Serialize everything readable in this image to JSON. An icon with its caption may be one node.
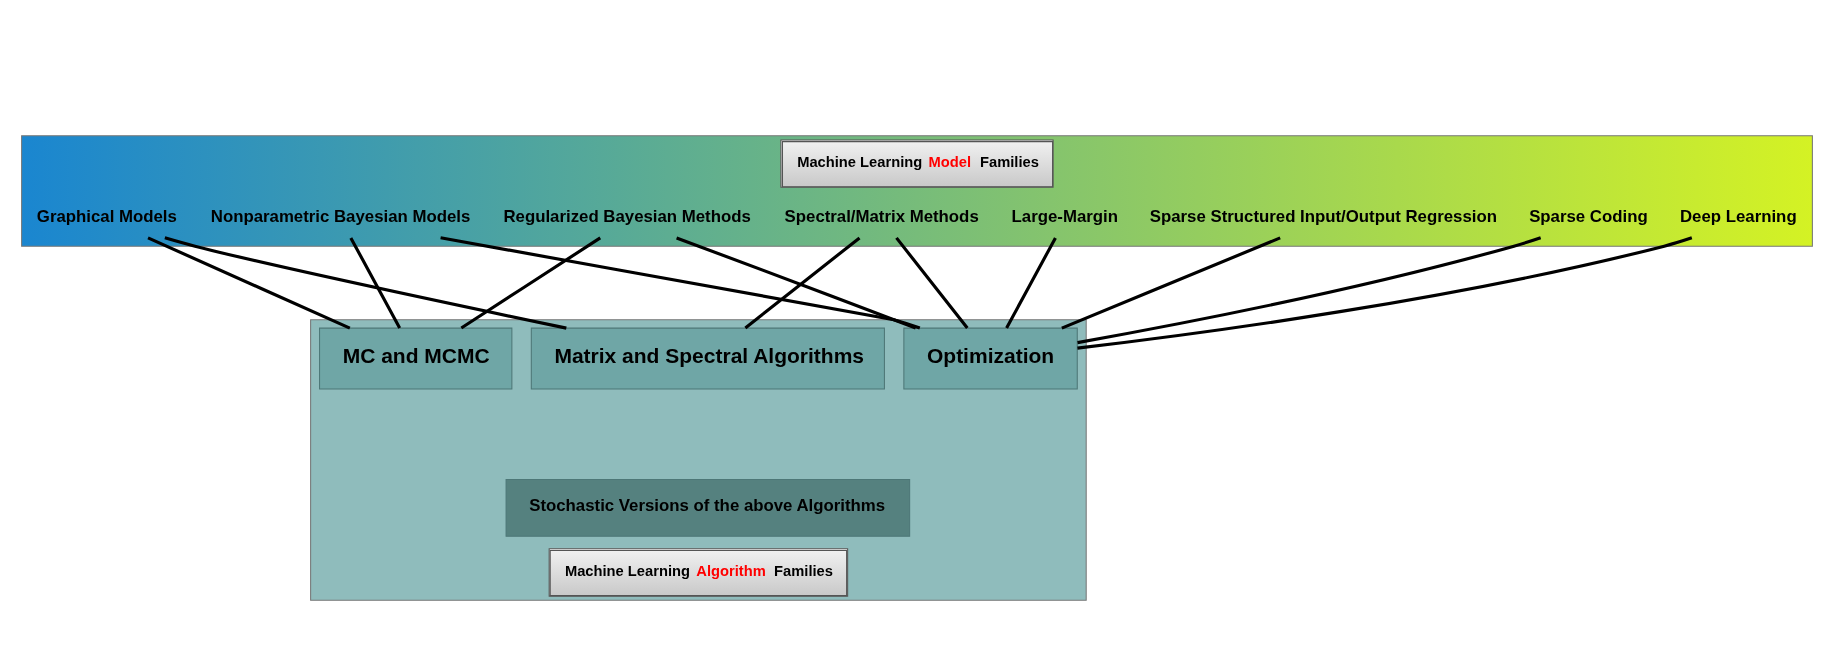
{
  "diagram": {
    "nodes": [
      {
        "text": [
          "Machine Learning Model Families"
        ]
      },
      {
        "text": [
          "Graphical Models"
        ],
        "in": 0
      },
      {
        "text": [
          "Nonparametric Bayesian Models"
        ],
        "in": 0
      },
      {
        "text": [
          "Regularized Bayesian Methods"
        ],
        "in": 0
      },
      {
        "text": [
          "Large-Margin"
        ],
        "in": 0
      },
      {
        "text": [
          "Sparse Structured Input/Output Regression"
        ],
        "in": 0
      },
      {
        "text": [
          "Sparse Coding"
        ],
        "in": 0
      },
      {
        "text": [
          "Spectral/Matrix Methods"
        ],
        "in": 0
      },
      {
        "text": [
          "Deep Learning"
        ],
        "in": 0
      },
      {
        "text": [
          "Machine Learning Algorithm Families"
        ]
      },
      {
        "text": [
          "MC and MCMC"
        ],
        "in": 9
      },
      {
        "text": [
          "Optimization"
        ],
        "in": 9
      },
      {
        "text": [
          "Matrix and Spectral Algorithms"
        ],
        "in": 9
      },
      {
        "text": [
          "Stochastic Versions of the above Algorithms"
        ],
        "in": 9
      }
    ],
    "edges": [
      {
        "from": 1,
        "to": 10,
        "arrow": "none"
      },
      {
        "from": 1,
        "to": 12,
        "arrow": "none"
      },
      {
        "from": 2,
        "to": 10,
        "arrow": "none"
      },
      {
        "from": 2,
        "to": 11,
        "arrow": "none"
      },
      {
        "from": 3,
        "to": 10,
        "arrow": "none"
      },
      {
        "from": 3,
        "to": 11,
        "arrow": "none"
      },
      {
        "from": 4,
        "to": 11,
        "arrow": "none"
      },
      {
        "from": 5,
        "to": 11,
        "arrow": "none"
      },
      {
        "from": 6,
        "to": 11,
        "arrow": "none"
      },
      {
        "from": 7,
        "to": 11,
        "arrow": "none"
      },
      {
        "from": 7,
        "to": 12,
        "arrow": "none"
      },
      {
        "from": 8,
        "to": 11,
        "arrow": "none"
      }
    ]
  }
}
